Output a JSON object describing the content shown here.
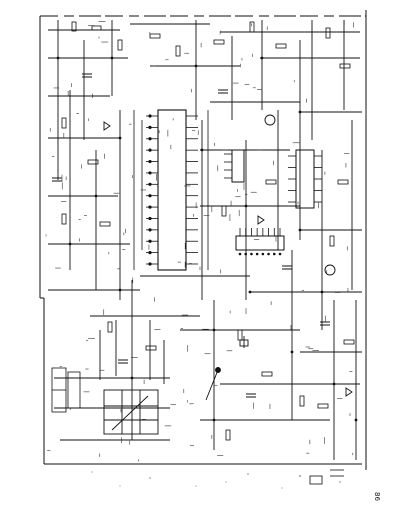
{
  "document": {
    "kind": "scanned circuit schematic",
    "ink_color": "#111111",
    "paper_color": "#ffffff",
    "page_number": "86"
  },
  "ic_blocks": [
    {
      "name": "main-ic",
      "pins_per_side": 14
    },
    {
      "name": "right-ic",
      "pins_per_side": 5
    },
    {
      "name": "lower-ic",
      "pins_per_side": 8
    },
    {
      "name": "upper-mid-ic",
      "pins_per_side": 4
    }
  ]
}
